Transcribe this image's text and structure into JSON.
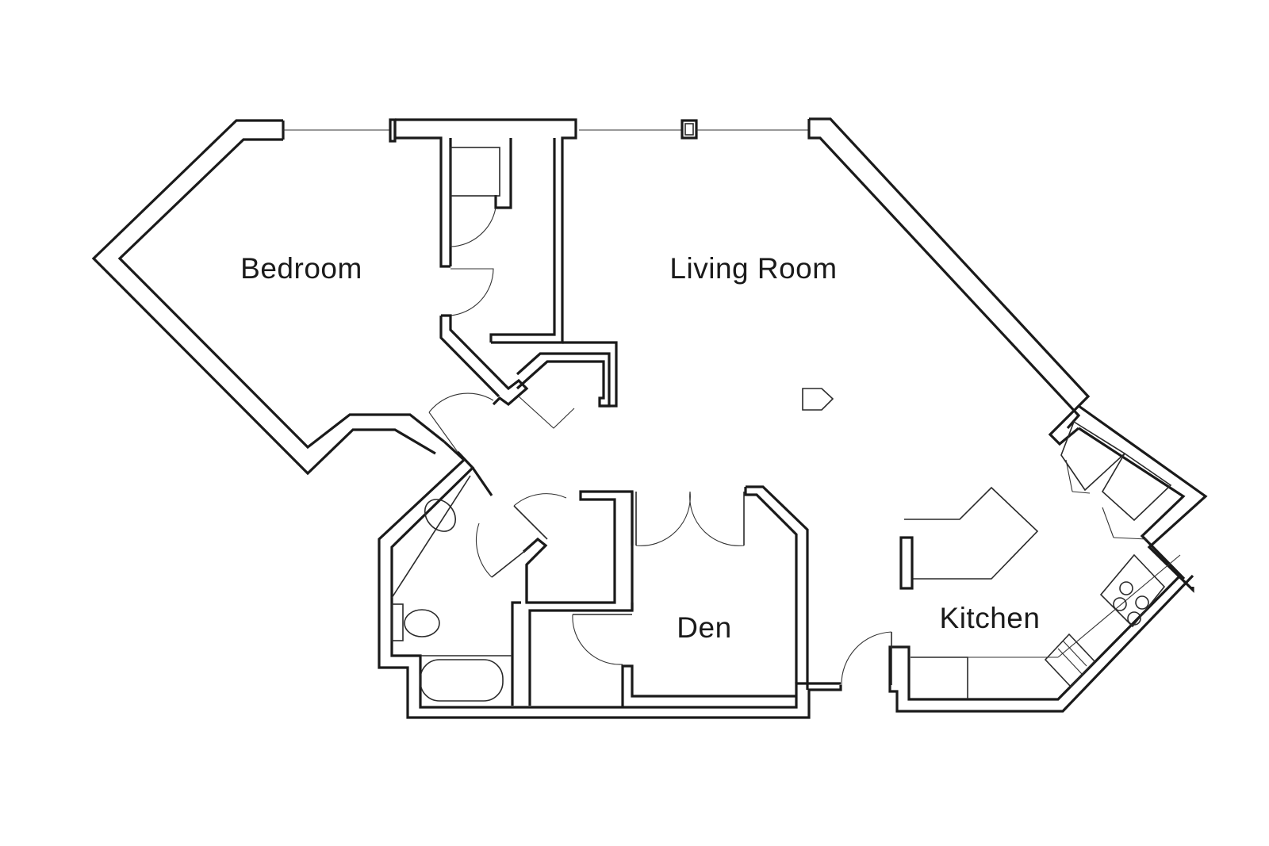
{
  "floorplan": {
    "rooms": [
      {
        "id": "bedroom",
        "label": "Bedroom"
      },
      {
        "id": "living-room",
        "label": "Living Room"
      },
      {
        "id": "den",
        "label": "Den"
      },
      {
        "id": "kitchen",
        "label": "Kitchen"
      }
    ],
    "colors": {
      "line": "#1a1a1a",
      "background": "#ffffff"
    }
  }
}
